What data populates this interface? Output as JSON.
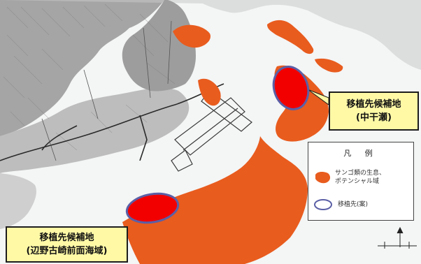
{
  "callout_nakaboshi": {
    "line1": "移植先候補地",
    "line2": "(中干瀬)"
  },
  "callout_henoko": {
    "line1": "移植先候補地",
    "line2": "(辺野古崎前面海域)"
  },
  "legend": {
    "title": "凡 例",
    "item1_line1": "サンゴ類の生息、",
    "item1_line2": "ポテンシャル域",
    "item2": "移植先(案)"
  },
  "colors": {
    "habitat": "#e85c1e",
    "target_fill": "#f20000",
    "target_stroke": "#5b5fa6",
    "callout_fill": "#fff9a6",
    "land": "#9a9a9a"
  },
  "icons": {
    "north_arrow": "north-arrow-icon"
  }
}
